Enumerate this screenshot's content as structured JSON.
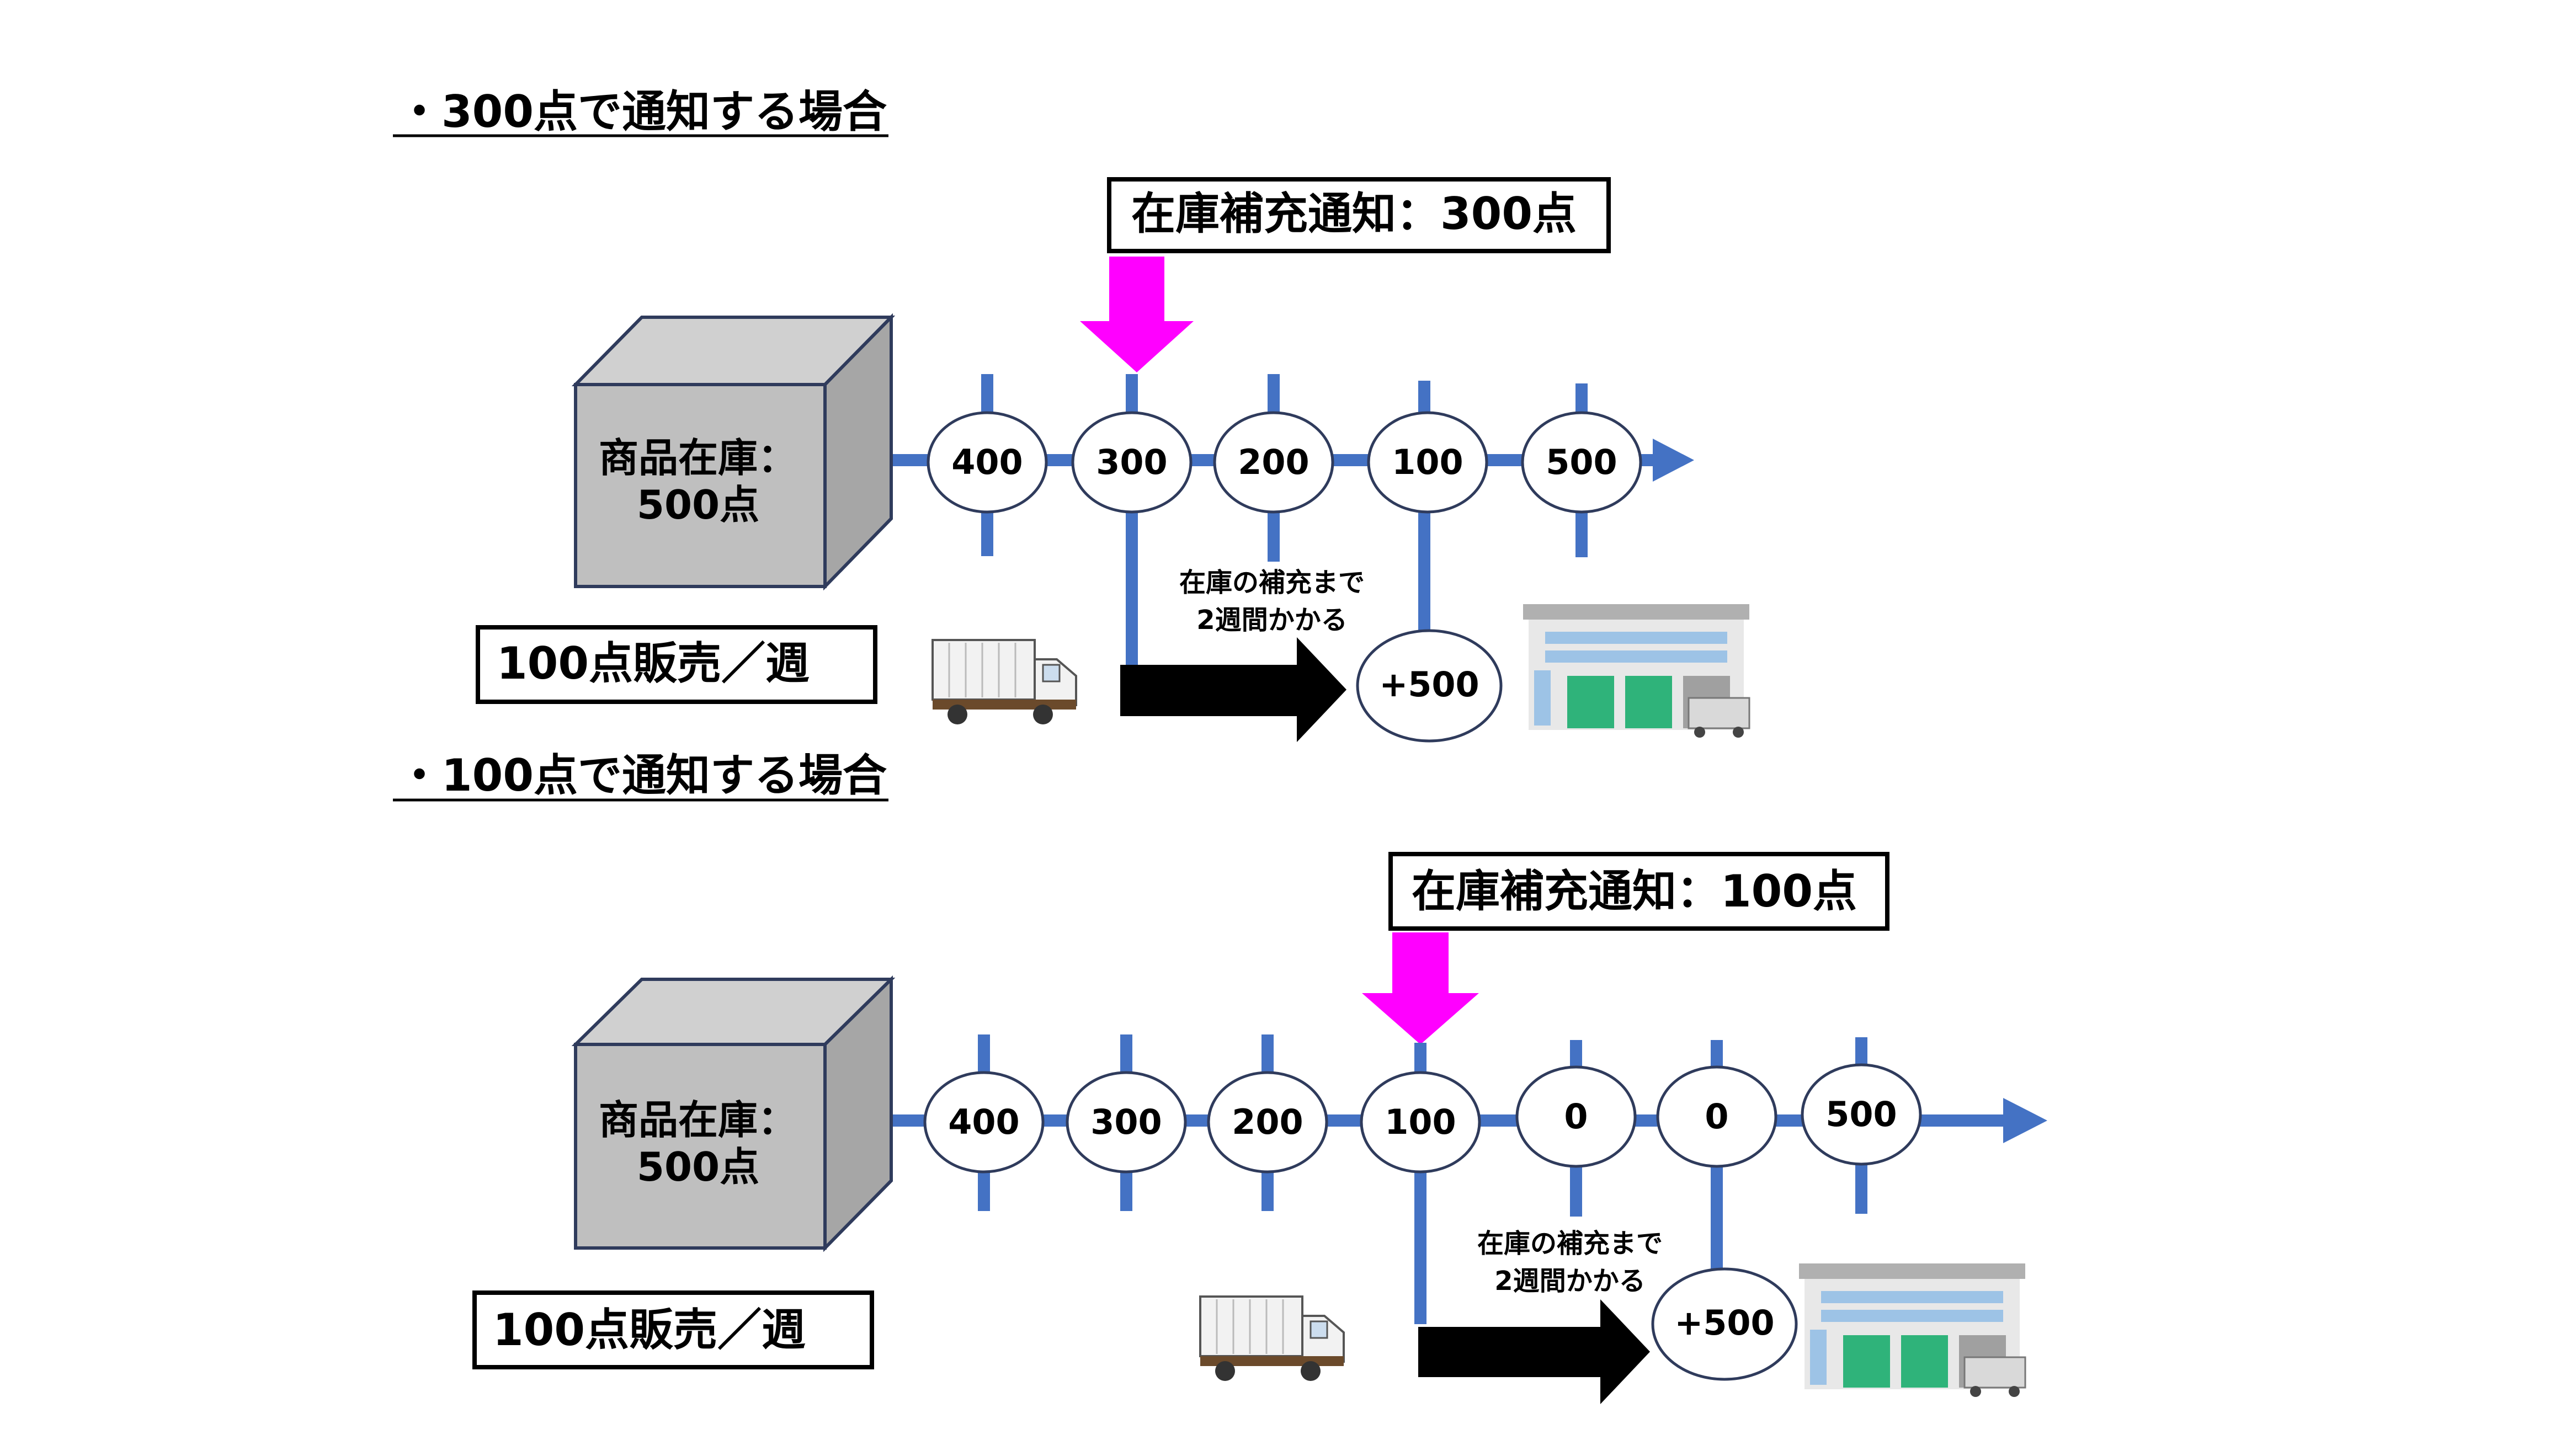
{
  "colors": {
    "timeline": "#4472C4",
    "notify_arrow": "#FF00FF",
    "delivery_arrow": "#000000",
    "cube_face": "#BFBFBF",
    "outline": "#2F3B5C"
  },
  "scenarios": [
    {
      "heading": "・300点で通知する場合",
      "notice": "在庫補充通知：300点",
      "stock": [
        "商品在庫：",
        "500点"
      ],
      "sales": "100点販売／週",
      "nodes": [
        "400",
        "300",
        "200",
        "100",
        "500"
      ],
      "lead_note": [
        "在庫の補充まで",
        "2週間かかる"
      ],
      "delivery": "+500",
      "icons": [
        "truck-icon",
        "warehouse-icon"
      ]
    },
    {
      "heading": "・100点で通知する場合",
      "notice": "在庫補充通知：100点",
      "stock": [
        "商品在庫：",
        "500点"
      ],
      "sales": "100点販売／週",
      "nodes": [
        "400",
        "300",
        "200",
        "100",
        "0",
        "0",
        "500"
      ],
      "lead_note": [
        "在庫の補充まで",
        "2週間かかる"
      ],
      "delivery": "+500",
      "icons": [
        "truck-icon",
        "warehouse-icon"
      ]
    }
  ]
}
